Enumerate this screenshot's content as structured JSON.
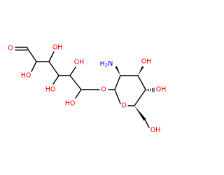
{
  "colors": {
    "bond": "#000000",
    "oxygen": "#ff0000",
    "nitrogen": "#0000ff"
  },
  "atoms": {
    "aldehyde_o": "O",
    "c2_oh": "HO",
    "c3_oh": "OH",
    "c4_oh": "HO",
    "c5_oh": "OH",
    "c6_oh": "HO",
    "ether_o": "O",
    "ring_o": "O",
    "amino": "H2N",
    "c3r_oh": "OH",
    "c4r_oh": "OH",
    "c6r_oh": "OH"
  }
}
